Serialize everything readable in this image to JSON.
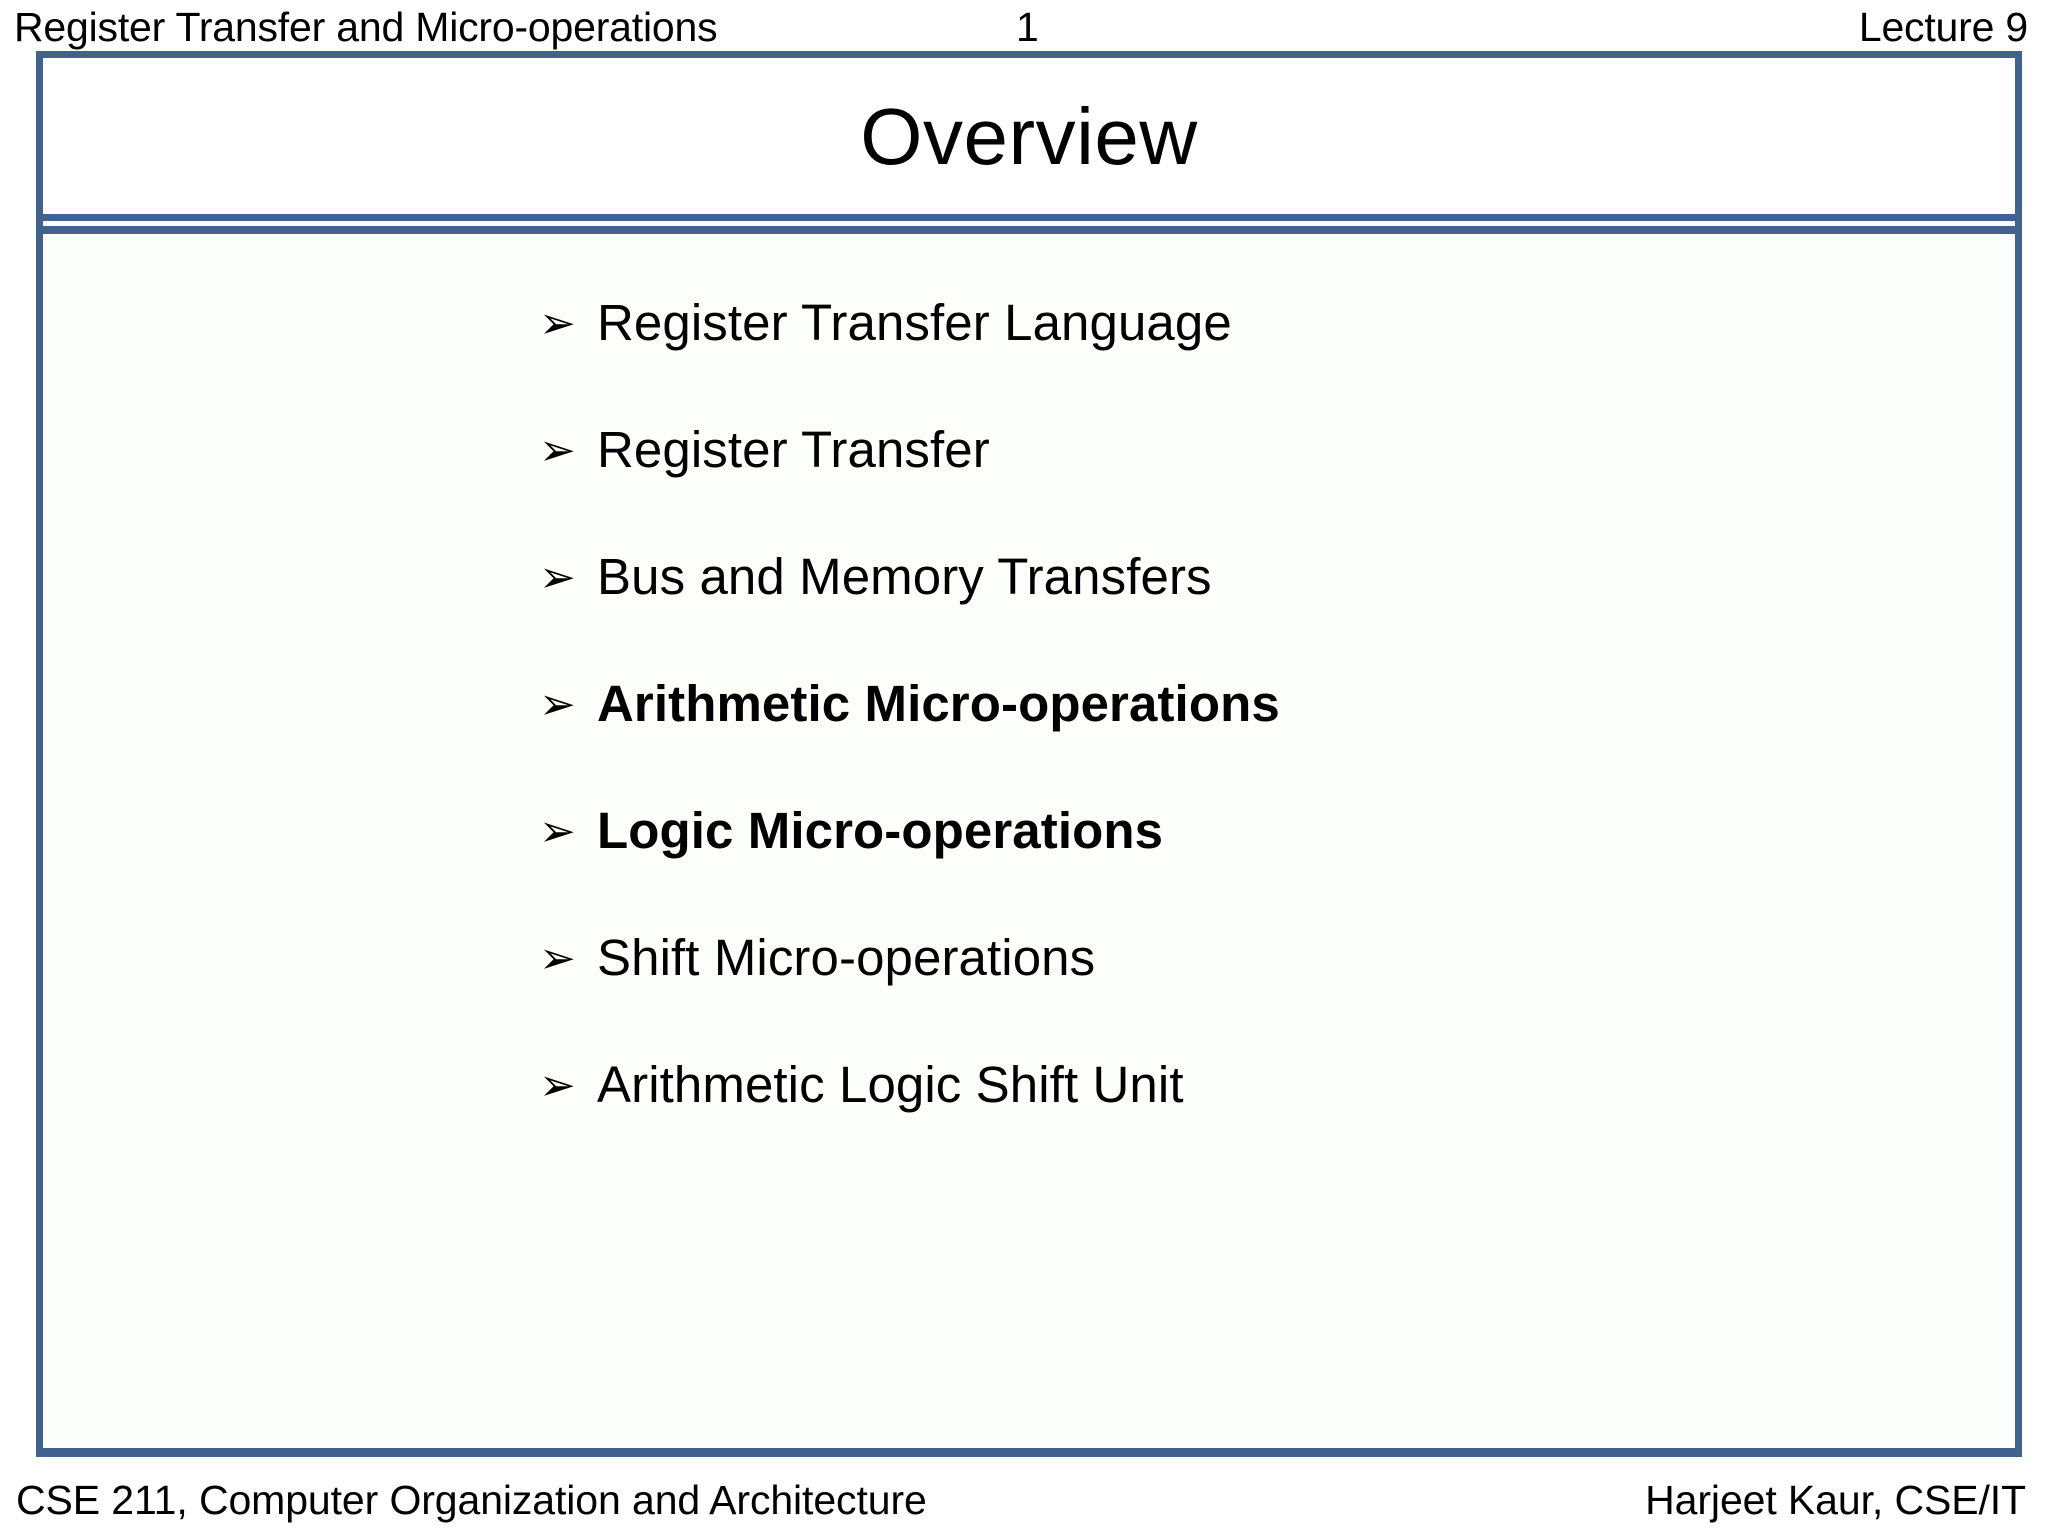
{
  "header": {
    "left_text": "Register Transfer and Micro-operations",
    "slide_number": "1",
    "right_text": "Lecture 9"
  },
  "slide": {
    "title": "Overview",
    "border_color": "#41618F",
    "body_background": "#FCFFFA",
    "bullet_glyph": "➢",
    "items": [
      {
        "label": "Register Transfer Language",
        "bold": false
      },
      {
        "label": "Register Transfer",
        "bold": false
      },
      {
        "label": "Bus and Memory Transfers",
        "bold": false
      },
      {
        "label": "Arithmetic Micro-operations",
        "bold": true
      },
      {
        "label": "Logic Micro-operations",
        "bold": true
      },
      {
        "label": "Shift Micro-operations",
        "bold": false
      },
      {
        "label": "Arithmetic Logic Shift Unit",
        "bold": false
      }
    ]
  },
  "footer": {
    "left_text": "CSE 211, Computer Organization and Architecture",
    "right_text": "Harjeet Kaur, CSE/IT"
  }
}
